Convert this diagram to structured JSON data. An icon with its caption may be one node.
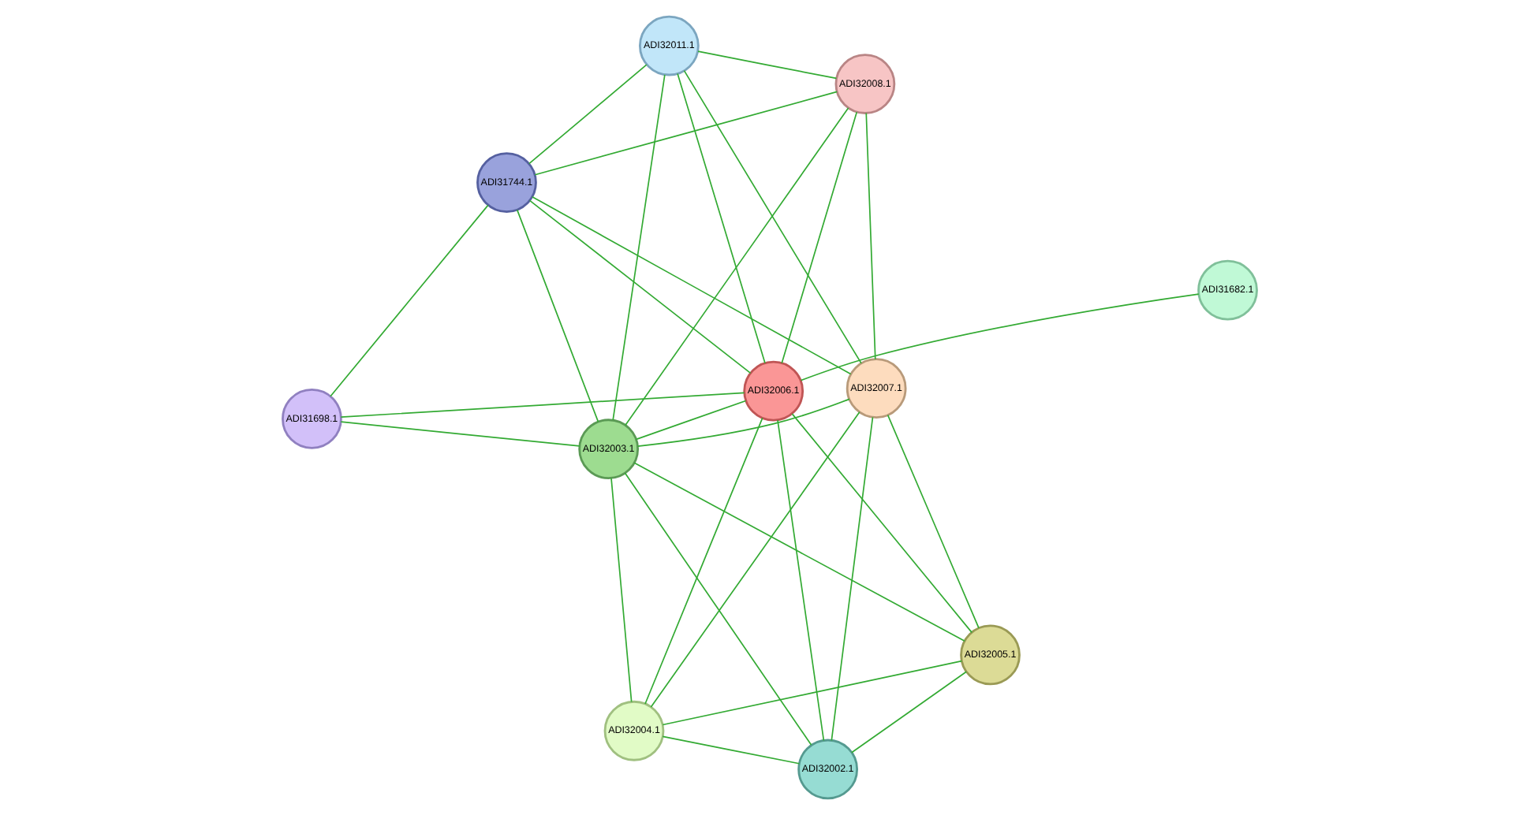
{
  "diagram": {
    "nodes": [
      {
        "text": [
          "ADI32011.1"
        ]
      },
      {
        "text": [
          "ADI32008.1"
        ]
      },
      {
        "text": [
          "ADI32007.1"
        ]
      },
      {
        "text": [
          "ADI32005.1"
        ]
      },
      {
        "text": [
          "ADI31744.1"
        ]
      },
      {
        "text": [
          "ADI32004.1"
        ]
      },
      {
        "text": [
          "ADI32003.1"
        ]
      },
      {
        "text": [
          "ADI32006.1"
        ]
      },
      {
        "text": [
          "ADI31698.1"
        ]
      },
      {
        "text": [
          "ADI32002.1"
        ]
      },
      {
        "text": [
          "ADI31682.1"
        ]
      }
    ],
    "edges": [
      {
        "from": 0,
        "to": 1,
        "arrow": "none"
      },
      {
        "from": 0,
        "to": 2,
        "arrow": "none"
      },
      {
        "from": 0,
        "to": 4,
        "arrow": "none"
      },
      {
        "from": 0,
        "to": 6,
        "arrow": "none"
      },
      {
        "from": 0,
        "to": 7,
        "arrow": "none"
      },
      {
        "from": 1,
        "to": 2,
        "arrow": "none"
      },
      {
        "from": 1,
        "to": 4,
        "arrow": "none"
      },
      {
        "from": 1,
        "to": 6,
        "arrow": "none"
      },
      {
        "from": 1,
        "to": 7,
        "arrow": "none"
      },
      {
        "from": 2,
        "to": 3,
        "arrow": "none"
      },
      {
        "from": 2,
        "to": 5,
        "arrow": "none"
      },
      {
        "from": 2,
        "to": 9,
        "arrow": "none"
      },
      {
        "from": 2,
        "to": 6,
        "arrow": "none"
      },
      {
        "from": 2,
        "to": 4,
        "arrow": "none"
      },
      {
        "from": 3,
        "to": 5,
        "arrow": "none"
      },
      {
        "from": 3,
        "to": 9,
        "arrow": "none"
      },
      {
        "from": 3,
        "to": 6,
        "arrow": "none"
      },
      {
        "from": 3,
        "to": 7,
        "arrow": "none"
      },
      {
        "from": 5,
        "to": 6,
        "arrow": "none"
      },
      {
        "from": 5,
        "to": 7,
        "arrow": "none"
      },
      {
        "from": 5,
        "to": 9,
        "arrow": "none"
      },
      {
        "from": 6,
        "to": 4,
        "arrow": "none"
      },
      {
        "from": 6,
        "to": 8,
        "arrow": "none"
      },
      {
        "from": 6,
        "to": 7,
        "arrow": "none"
      },
      {
        "from": 6,
        "to": 9,
        "arrow": "none"
      },
      {
        "from": 7,
        "to": 4,
        "arrow": "none"
      },
      {
        "from": 7,
        "to": 8,
        "arrow": "none"
      },
      {
        "from": 7,
        "to": 9,
        "arrow": "none"
      },
      {
        "from": 7,
        "to": 10,
        "arrow": "none"
      },
      {
        "from": 4,
        "to": 8,
        "arrow": "none"
      }
    ]
  }
}
